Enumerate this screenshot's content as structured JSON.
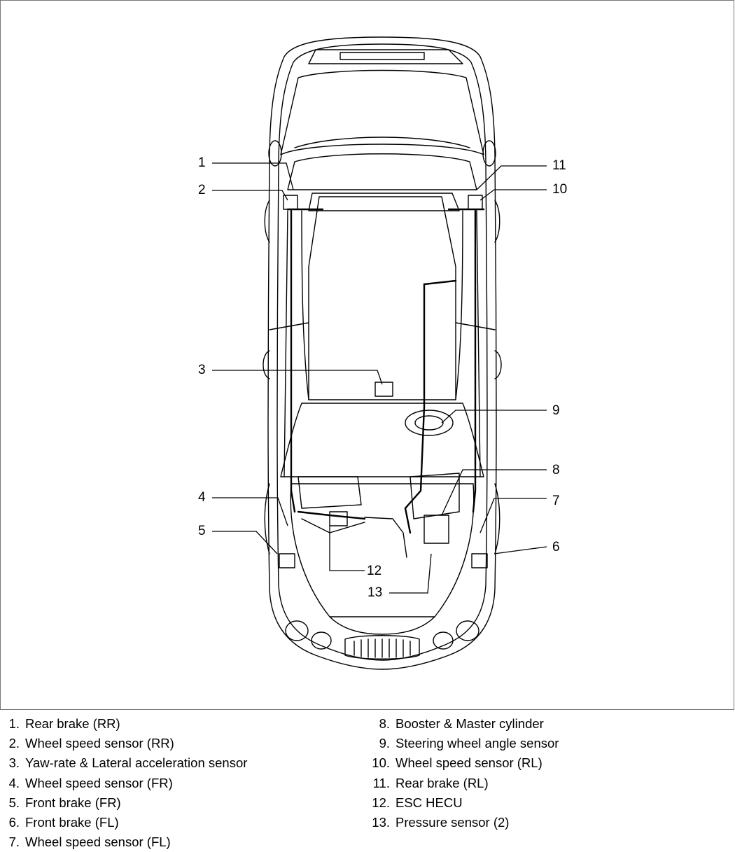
{
  "callouts": [
    {
      "num": "1"
    },
    {
      "num": "2"
    },
    {
      "num": "3"
    },
    {
      "num": "4"
    },
    {
      "num": "5"
    },
    {
      "num": "6"
    },
    {
      "num": "7"
    },
    {
      "num": "8"
    },
    {
      "num": "9"
    },
    {
      "num": "10"
    },
    {
      "num": "11"
    },
    {
      "num": "12"
    },
    {
      "num": "13"
    }
  ],
  "legend": {
    "left": [
      {
        "num": "1.",
        "label": "Rear brake (RR)"
      },
      {
        "num": "2.",
        "label": "Wheel speed sensor (RR)"
      },
      {
        "num": "3.",
        "label": "Yaw-rate & Lateral acceleration sensor"
      },
      {
        "num": "4.",
        "label": "Wheel speed sensor (FR)"
      },
      {
        "num": "5.",
        "label": "Front brake (FR)"
      },
      {
        "num": "6.",
        "label": "Front brake (FL)"
      },
      {
        "num": "7.",
        "label": "Wheel speed sensor (FL)"
      }
    ],
    "right": [
      {
        "num": "8.",
        "label": "Booster & Master cylinder"
      },
      {
        "num": "9.",
        "label": "Steering wheel angle sensor"
      },
      {
        "num": "10.",
        "label": "Wheel speed sensor (RL)"
      },
      {
        "num": "11.",
        "label": "Rear brake (RL)"
      },
      {
        "num": "12.",
        "label": "ESC HECU"
      },
      {
        "num": "13.",
        "label": "Pressure sensor (2)"
      }
    ]
  }
}
